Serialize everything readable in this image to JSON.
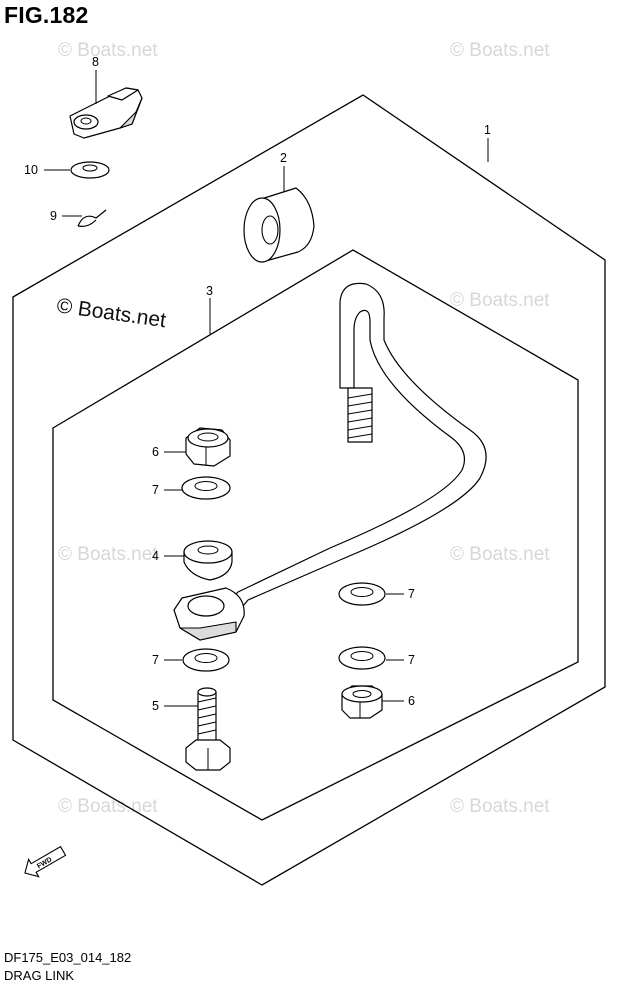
{
  "figure": {
    "title": "FIG.182"
  },
  "footer": {
    "code": "DF175_E03_014_182",
    "caption": "DRAG LINK"
  },
  "watermark": {
    "text": "© Boats.net",
    "primary_text": "© Boats.net"
  },
  "fwd_label": "FWD",
  "callouts": {
    "p1": "1",
    "p2": "2",
    "p3": "3",
    "p4": "4",
    "p5": "5",
    "p6a": "6",
    "p6b": "6",
    "p7a": "7",
    "p7b": "7",
    "p7c": "7",
    "p7d": "7",
    "p8": "8",
    "p9": "9",
    "p10": "10"
  },
  "colors": {
    "line": "#000000",
    "watermark": "#d7d7d7",
    "shade": "#dcdcdc"
  }
}
